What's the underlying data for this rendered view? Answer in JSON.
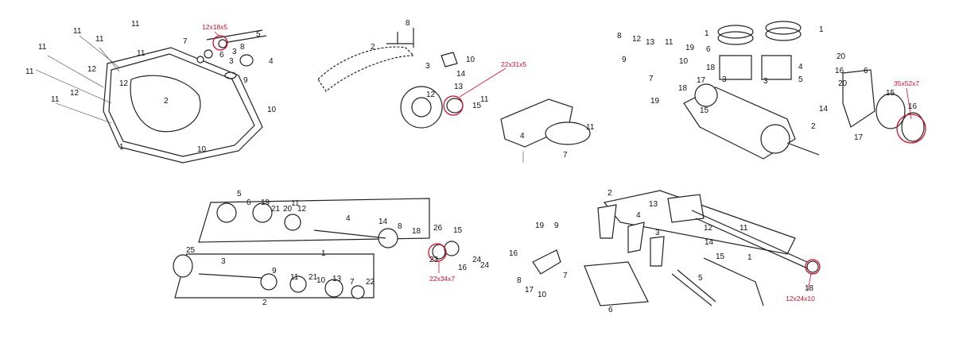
{
  "callouts": {
    "crankcase_cover_seal": "12x18x5",
    "sprocket_seal": "22x31x5",
    "crank_seal": "35x52x7",
    "gearbox_seal": "22x34x7",
    "shift_seal": "12x24x10"
  },
  "part_numbers": {
    "cover": [
      "11",
      "11",
      "11",
      "11",
      "11",
      "12",
      "12",
      "12",
      "11",
      "11",
      "7",
      "5",
      "3",
      "6",
      "3",
      "8",
      "4",
      "9",
      "10",
      "10",
      "1",
      "2"
    ],
    "chain": [
      "8",
      "2",
      "3",
      "10",
      "14",
      "12",
      "13",
      "15",
      "11",
      "11",
      "4",
      "7"
    ],
    "crank": [
      "8",
      "12",
      "13",
      "11",
      "9",
      "10",
      "7",
      "19",
      "18",
      "17",
      "1",
      "1",
      "3",
      "4",
      "5",
      "6",
      "18",
      "3",
      "2",
      "15",
      "19",
      "20",
      "20",
      "6",
      "16",
      "14",
      "15",
      "16",
      "17"
    ],
    "gearbox": [
      "5",
      "19",
      "6",
      "21",
      "20",
      "11",
      "12",
      "4",
      "14",
      "8",
      "18",
      "1",
      "26",
      "15",
      "23",
      "16",
      "24",
      "24",
      "25",
      "3",
      "9",
      "11",
      "21",
      "10",
      "13",
      "7",
      "22",
      "2"
    ],
    "shift": [
      "2",
      "4",
      "3",
      "13",
      "11",
      "19",
      "9",
      "16",
      "7",
      "8",
      "17",
      "10",
      "14",
      "12",
      "15",
      "5",
      "1",
      "6",
      "18"
    ]
  },
  "colors": {
    "callout": "#c8102e",
    "line": "#222222"
  }
}
